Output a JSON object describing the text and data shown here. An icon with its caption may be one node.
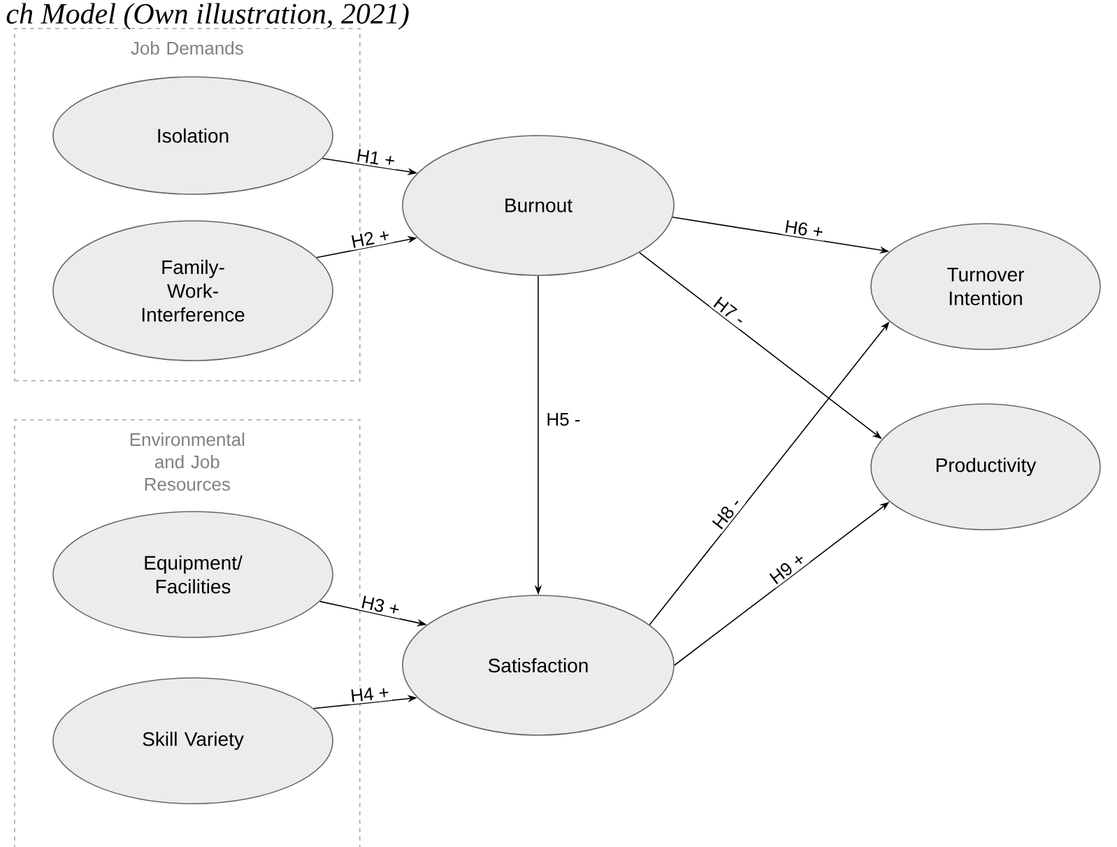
{
  "diagram": {
    "caption": "ch Model (Own illustration, 2021)",
    "nodes": [
      {
        "text": [
          "Job Demands"
        ]
      },
      {
        "text": [
          "Isolation"
        ],
        "in": 0
      },
      {
        "text": [
          "Family- Work- Interference"
        ],
        "in": 0
      },
      {
        "text": [
          "Environmental and Job Resources"
        ]
      },
      {
        "text": [
          "Equipment/ Facilities"
        ],
        "in": 3
      },
      {
        "text": [
          "Skill Variety"
        ],
        "in": 3
      },
      {
        "text": [
          "Burnout"
        ]
      },
      {
        "text": [
          "Satisfaction"
        ]
      },
      {
        "text": [
          "Turnover Intention"
        ]
      },
      {
        "text": [
          "Productivity"
        ]
      }
    ],
    "edges": [
      {
        "from": 1,
        "to": 6,
        "arrow": "to",
        "label": "H1 +"
      },
      {
        "from": 2,
        "to": 6,
        "arrow": "to",
        "label": "H2 +"
      },
      {
        "from": 4,
        "to": 7,
        "arrow": "to",
        "label": "H3 +"
      },
      {
        "from": 5,
        "to": 7,
        "arrow": "to",
        "label": "H4 +"
      },
      {
        "from": 6,
        "to": 7,
        "arrow": "to",
        "label": "H5 -"
      },
      {
        "from": 6,
        "to": 8,
        "arrow": "to",
        "label": "H6 +"
      },
      {
        "from": 6,
        "to": 9,
        "arrow": "to",
        "label": "H7 -"
      },
      {
        "from": 7,
        "to": 8,
        "arrow": "to",
        "label": "H8 -"
      },
      {
        "from": 7,
        "to": 9,
        "arrow": "to",
        "label": "H9 +"
      }
    ]
  }
}
